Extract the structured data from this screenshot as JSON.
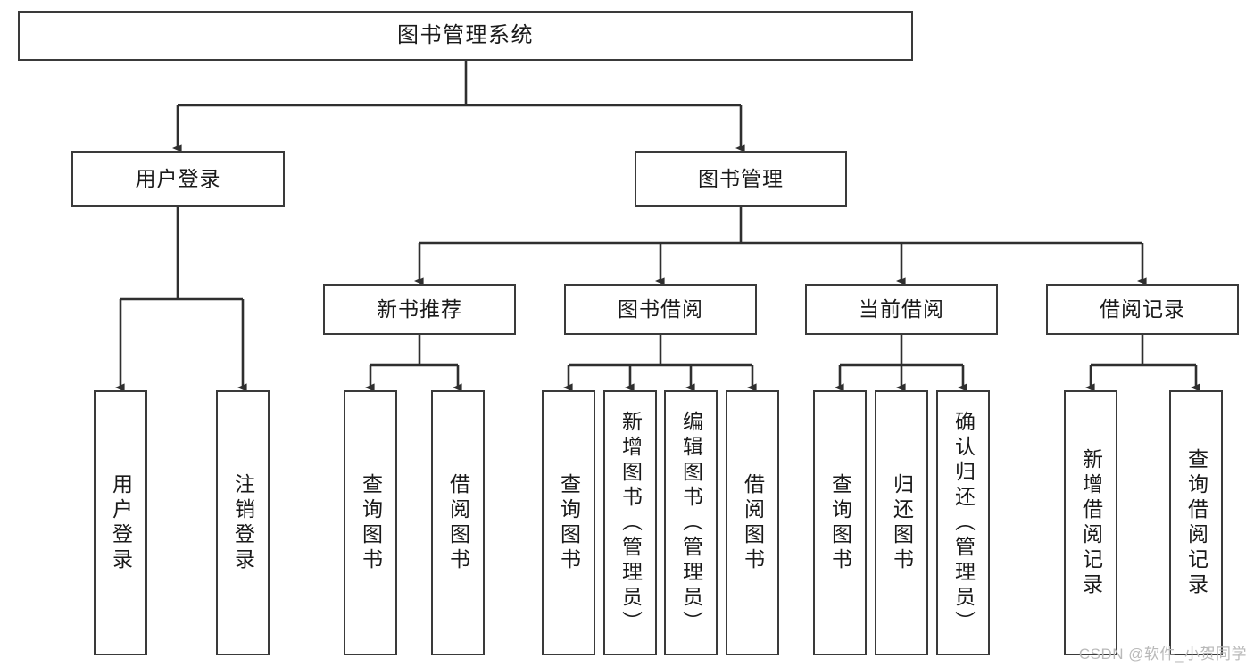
{
  "diagram": {
    "title": "图书管理系统",
    "type": "tree-hierarchy",
    "orientation": "top-down",
    "colors": {
      "box_border": "#3a3a3a",
      "box_fill": "#ffffff",
      "edge": "#2f2f2f",
      "text": "#1a1a1a",
      "watermark": "#b9b9b9",
      "background": "#ffffff"
    },
    "watermark": "CSDN @软件_小贺同学",
    "levels": [
      {
        "level": 1,
        "nodes": [
          {
            "id": "root",
            "label": "图书管理系统",
            "shape": "horizontal-box"
          }
        ]
      },
      {
        "level": 2,
        "nodes": [
          {
            "id": "user-login",
            "label": "用户登录",
            "shape": "horizontal-box",
            "parent": "root"
          },
          {
            "id": "book-manage",
            "label": "图书管理",
            "shape": "horizontal-box",
            "parent": "root"
          }
        ]
      },
      {
        "level": 3,
        "nodes": [
          {
            "id": "new-book-recommend",
            "label": "新书推荐",
            "shape": "horizontal-box",
            "parent": "book-manage"
          },
          {
            "id": "book-borrow",
            "label": "图书借阅",
            "shape": "horizontal-box",
            "parent": "book-manage"
          },
          {
            "id": "current-borrow",
            "label": "当前借阅",
            "shape": "horizontal-box",
            "parent": "book-manage"
          },
          {
            "id": "borrow-record",
            "label": "借阅记录",
            "shape": "horizontal-box",
            "parent": "book-manage"
          }
        ]
      },
      {
        "level": 4,
        "nodes": [
          {
            "id": "leaf-user-login",
            "label": "用户登录",
            "shape": "vertical-box",
            "parent": "user-login"
          },
          {
            "id": "leaf-logout",
            "label": "注销登录",
            "shape": "vertical-box",
            "parent": "user-login"
          },
          {
            "id": "leaf-rec-query-book",
            "label": "查询图书",
            "shape": "vertical-box",
            "parent": "new-book-recommend"
          },
          {
            "id": "leaf-rec-borrow-book",
            "label": "借阅图书",
            "shape": "vertical-box",
            "parent": "new-book-recommend"
          },
          {
            "id": "leaf-bor-query-book",
            "label": "查询图书",
            "shape": "vertical-box",
            "parent": "book-borrow"
          },
          {
            "id": "leaf-bor-add-book",
            "label": "新增图书（管理员）",
            "shape": "vertical-box",
            "parent": "book-borrow"
          },
          {
            "id": "leaf-bor-edit-book",
            "label": "编辑图书（管理员）",
            "shape": "vertical-box",
            "parent": "book-borrow"
          },
          {
            "id": "leaf-bor-borrow-book",
            "label": "借阅图书",
            "shape": "vertical-box",
            "parent": "book-borrow"
          },
          {
            "id": "leaf-cur-query-book",
            "label": "查询图书",
            "shape": "vertical-box",
            "parent": "current-borrow"
          },
          {
            "id": "leaf-cur-return-book",
            "label": "归还图书",
            "shape": "vertical-box",
            "parent": "current-borrow"
          },
          {
            "id": "leaf-cur-confirm-return",
            "label": "确认归还（管理员）",
            "shape": "vertical-box",
            "parent": "current-borrow"
          },
          {
            "id": "leaf-rec-add-record",
            "label": "新增借阅记录",
            "shape": "vertical-box",
            "parent": "borrow-record"
          },
          {
            "id": "leaf-rec-query-record",
            "label": "查询借阅记录",
            "shape": "vertical-box",
            "parent": "borrow-record"
          }
        ]
      }
    ]
  }
}
